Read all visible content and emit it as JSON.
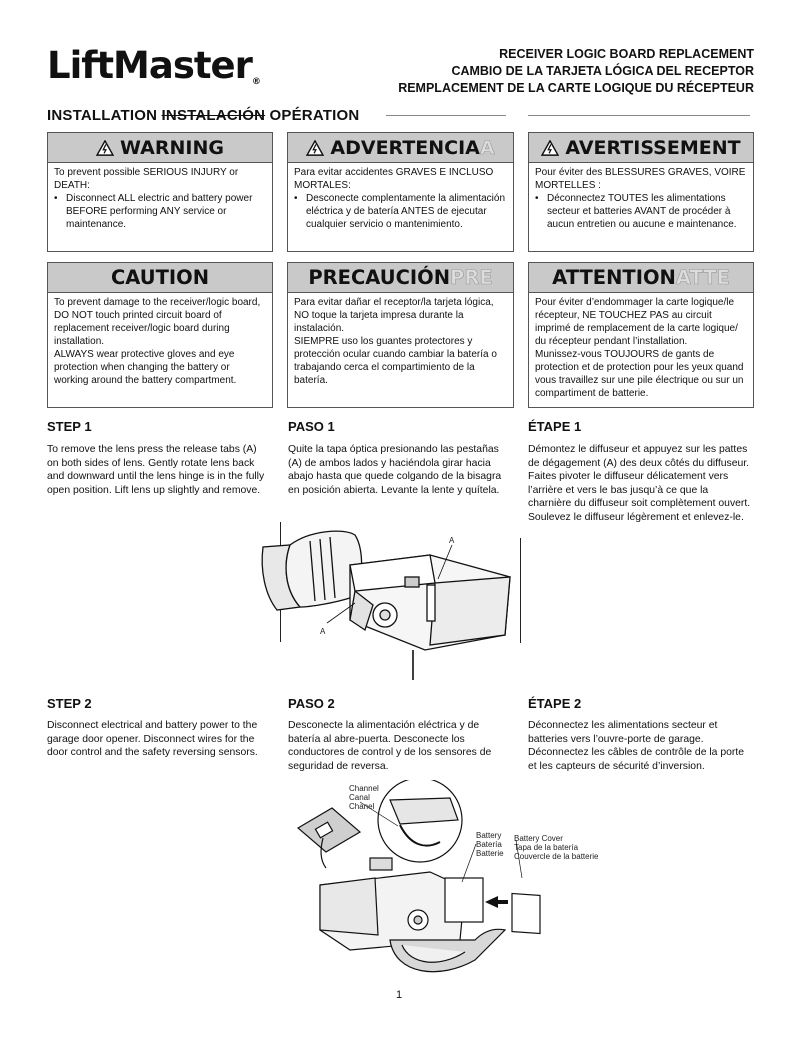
{
  "header": {
    "logo": "LiftMaster",
    "logo_mark": "®",
    "title_en": "RECEIVER LOGIC BOARD REPLACEMENT",
    "title_es": "CAMBIO DE LA TARJETA LÓGICA DEL RECEPTOR",
    "title_fr": "REMPLACEMENT DE LA CARTE LOGIQUE DU RÉCEPTEUR",
    "install_en": "INSTALLATION",
    "install_es": "INSTALACIÓN",
    "install_fr": "OPÉRATION"
  },
  "warnings": [
    {
      "title": "WARNING",
      "ghost": "",
      "intro": "To prevent possible SERIOUS INJURY or DEATH:",
      "bullet": "Disconnect ALL electric and battery power BEFORE performing ANY service or maintenance."
    },
    {
      "title": "ADVERTENCIA",
      "ghost": "A",
      "intro": "Para evitar accidentes GRAVES E INCLUSO MORTALES:",
      "bullet": "Desconecte complentamente la alimentación eléctrica y de batería ANTES de ejecutar cualquier servicio o mantenimiento."
    },
    {
      "title": "AVERTISSEMENT",
      "ghost": "",
      "intro": "Pour éviter des BLESSURES GRAVES, VOIRE MORTELLES :",
      "bullet": "Déconnectez TOUTES les alimentations secteur et batteries AVANT de procéder à aucun entretien ou aucune e maintenance."
    }
  ],
  "cautions": [
    {
      "title": "CAUTION",
      "ghost": "",
      "p1": "To prevent damage to the receiver/logic board, DO NOT touch printed circuit board of replacement receiver/logic board during installation.",
      "p2": "ALWAYS wear protective gloves and eye protection when changing the battery or working around the battery compartment."
    },
    {
      "title": "PRECAUCIÓN",
      "ghost": "PRE",
      "p1": "Para evitar dañar el receptor/la tarjeta lógica, NO toque la tarjeta impresa durante la instalación.",
      "p2": "SIEMPRE uso los guantes protectores y protección ocular cuando cambiar la batería o trabajando cerca el compartimiento de la batería."
    },
    {
      "title": "ATTENTION",
      "ghost": "ATTE",
      "p1": "Pour éviter d’endommager la carte logique/le récepteur, NE TOUCHEZ PAS au circuit imprimé de remplacement de la carte logique/ du récepteur pendant l’installation.",
      "p2": "Munissez-vous TOUJOURS de gants de protection et de protection pour les yeux quand vous travaillez sur une pile électrique ou sur un compartiment de batterie."
    }
  ],
  "step1": {
    "en_heading": "STEP 1",
    "en_text": "To remove the lens press the release tabs (A) on both sides of lens. Gently rotate lens back and downward until the lens hinge is in the fully open position. Lift lens up slightly and remove.",
    "es_heading": "PASO 1",
    "es_text": "Quite la tapa óptica presionando las pestañas (A) de ambos lados y haciéndola girar hacia abajo hasta que quede colgando de la bisagra en posición abierta. Levante la lente y quítela.",
    "fr_heading": "ÉTAPE 1",
    "fr_text": "Démontez le diffuseur et appuyez sur les pattes de dégagement (A) des deux côtés du diffuseur. Faites pivoter le diffuseur délicatement vers l’arrière et vers le bas jusqu’à ce que la charnière du diffuseur soit complètement ouvert. Soulevez le diffuseur légèrement et enlevez-le.",
    "label_a1": "A",
    "label_a2": "A"
  },
  "step2": {
    "en_heading": "STEP 2",
    "en_text": "Disconnect electrical and battery power to the garage door opener. Disconnect wires for the door control and the safety reversing sensors.",
    "es_heading": "PASO 2",
    "es_text": "Desconecte la alimentación eléctrica y de batería al abre-puerta. Desconecte los conductores de control y de los sensores de seguridad de reversa.",
    "fr_heading": "ÉTAPE 2",
    "fr_text": "Déconnectez les alimentations secteur et batteries vers l’ouvre-porte de garage. Déconnectez les câbles de contrôle de la porte et les capteurs de sécurité d’inversion.",
    "channel_labels": [
      "Channel",
      "Canal",
      "Chanel"
    ],
    "battery_labels": [
      "Battery",
      "Batería",
      "Batterie"
    ],
    "cover_labels": [
      "Battery Cover",
      "Tapa de la batería",
      "Couvercle de la batterie"
    ]
  },
  "page_number": "1"
}
